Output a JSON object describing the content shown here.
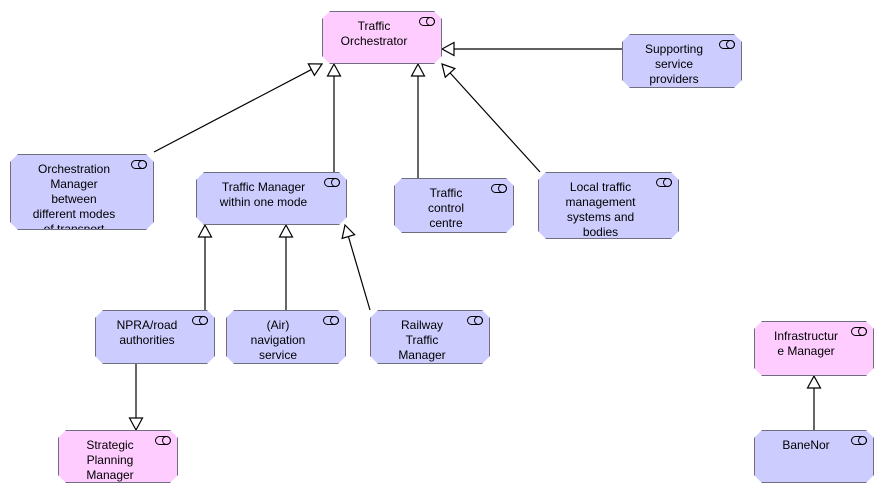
{
  "diagram": {
    "nodes": [
      {
        "id": "traffic-orchestrator",
        "label": "Traffic\nOrchestrator",
        "color": "pink"
      },
      {
        "id": "supporting-service-providers",
        "label": "Supporting\nservice\nproviders",
        "color": "blue"
      },
      {
        "id": "orchestration-manager",
        "label": "Orchestration\nManager\nbetween\ndifferent modes\nof transport",
        "color": "blue"
      },
      {
        "id": "traffic-manager-one-mode",
        "label": "Traffic Manager\nwithin one mode",
        "color": "blue"
      },
      {
        "id": "traffic-control-centre",
        "label": "Traffic\ncontrol\ncentre",
        "color": "blue"
      },
      {
        "id": "local-traffic-management",
        "label": "Local traffic\nmanagement\nsystems and\nbodies",
        "color": "blue"
      },
      {
        "id": "npra-road-authorities",
        "label": "NPRA/road\nauthorities",
        "color": "blue"
      },
      {
        "id": "air-navigation-service",
        "label": "(Air)\nnavigation\nservice",
        "color": "blue"
      },
      {
        "id": "railway-traffic-manager",
        "label": "Railway\nTraffic\nManager",
        "color": "blue"
      },
      {
        "id": "strategic-planning-manager",
        "label": "Strategic\nPlanning\nManager",
        "color": "pink"
      },
      {
        "id": "infrastructure-manager",
        "label": "Infrastructur\ne Manager",
        "color": "pink"
      },
      {
        "id": "banenor",
        "label": "BaneNor",
        "color": "blue"
      }
    ],
    "colors": {
      "pink": "#ffccff",
      "blue": "#ccccff",
      "border": "#6e6e80",
      "edge": "#000000"
    },
    "icon": "role-icon",
    "edges": [
      {
        "from": "supporting-service-providers",
        "to": "traffic-orchestrator",
        "type": "specialization"
      },
      {
        "from": "orchestration-manager",
        "to": "traffic-orchestrator",
        "type": "specialization"
      },
      {
        "from": "traffic-manager-one-mode",
        "to": "traffic-orchestrator",
        "type": "specialization"
      },
      {
        "from": "traffic-control-centre",
        "to": "traffic-orchestrator",
        "type": "specialization"
      },
      {
        "from": "local-traffic-management",
        "to": "traffic-orchestrator",
        "type": "specialization"
      },
      {
        "from": "npra-road-authorities",
        "to": "traffic-manager-one-mode",
        "type": "specialization"
      },
      {
        "from": "air-navigation-service",
        "to": "traffic-manager-one-mode",
        "type": "specialization"
      },
      {
        "from": "railway-traffic-manager",
        "to": "traffic-manager-one-mode",
        "type": "specialization"
      },
      {
        "from": "npra-road-authorities",
        "to": "strategic-planning-manager",
        "type": "specialization"
      },
      {
        "from": "banenor",
        "to": "infrastructure-manager",
        "type": "specialization"
      }
    ]
  }
}
